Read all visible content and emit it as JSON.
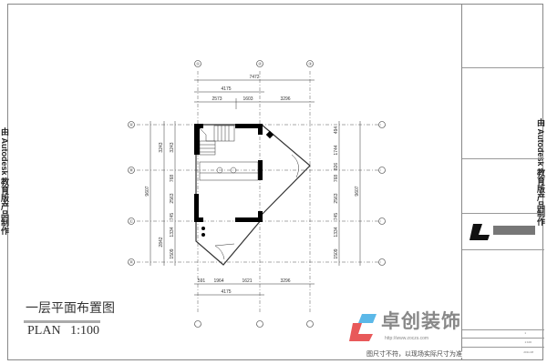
{
  "drawing": {
    "title_cn": "一层平面布置图",
    "title_en": "PLAN",
    "scale": "1:100",
    "side_text": "由 Autodesk 教育版产品制作",
    "axes_columns": [
      "①",
      "②",
      "③"
    ],
    "axes_rows": [
      "Ⓐ",
      "Ⓑ",
      "Ⓒ",
      "Ⓓ"
    ],
    "top_dims": {
      "total": "7472",
      "sub": "4175",
      "segments": [
        "2573",
        "1603",
        "3296"
      ]
    },
    "bottom_dims": {
      "total": "4175",
      "segments": [
        "591",
        "1964",
        "1621",
        "3296"
      ]
    },
    "left_dims": {
      "total": "9607",
      "outer": [
        "3243",
        "2842"
      ],
      "inner": [
        "3243",
        "768",
        "2563",
        "745",
        "1334",
        "1509"
      ]
    },
    "right_dims": {
      "total": "9607",
      "inner": [
        "494",
        "1744",
        "826",
        "768",
        "2563",
        "745",
        "1334",
        "1509"
      ]
    }
  },
  "logo": {
    "name": "卓创装饰",
    "url": "http://www.zoczs.com"
  },
  "note": "图尺寸不符，以现场实际尺寸为准",
  "title_block": {
    "scale_value": "1:100",
    "date_value": "2011.08",
    "sheet_value": "1"
  },
  "colors": {
    "line": "#222222",
    "wall": "#000000",
    "logo_red": "#e8595a",
    "logo_blue": "#5bb8e8"
  }
}
